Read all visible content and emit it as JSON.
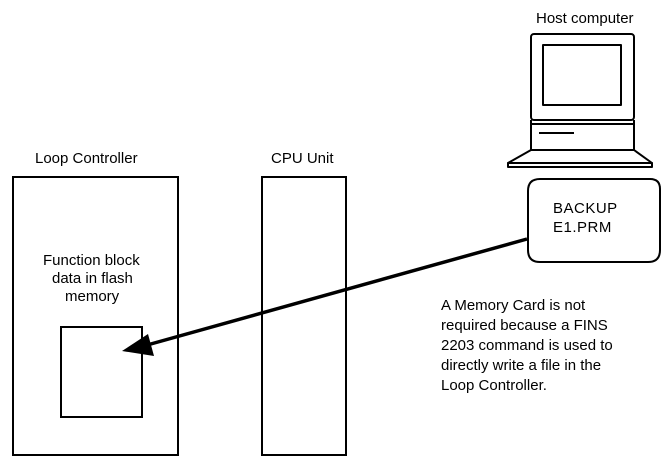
{
  "host": {
    "label": "Host computer"
  },
  "loop_controller": {
    "label": "Loop Controller",
    "inner_text": [
      "Function block",
      "data in flash",
      "memory"
    ]
  },
  "cpu_unit": {
    "label": "CPU Unit"
  },
  "file": {
    "lines": [
      "BACKUP",
      "E1.PRM"
    ]
  },
  "note": {
    "lines": [
      "A Memory Card is not",
      "required because a FINS",
      "2203 command is used to",
      "directly write a file in the",
      "Loop Controller."
    ]
  }
}
